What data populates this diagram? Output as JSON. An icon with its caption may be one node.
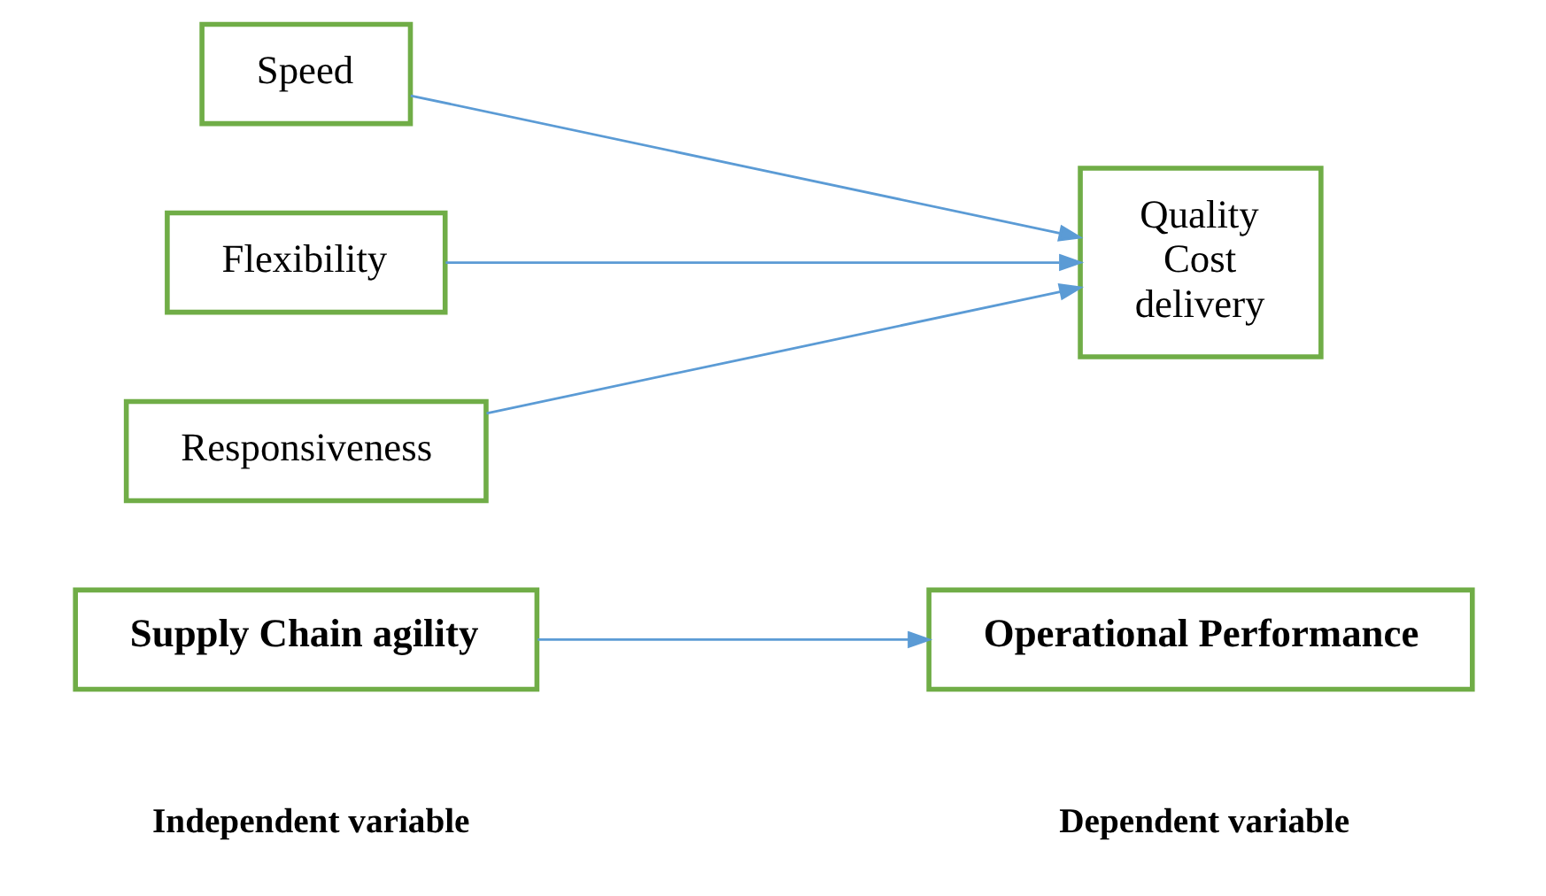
{
  "diagram": {
    "nodes": [
      {
        "text": [
          "Supply Chain agility"
        ]
      },
      {
        "text": [
          "Operational Performance"
        ]
      },
      {
        "text": [
          "Speed"
        ]
      },
      {
        "text": [
          "Flexibility"
        ]
      },
      {
        "text": [
          "Responsiveness"
        ]
      },
      {
        "text": [
          "Quality",
          "Cost",
          "delivery"
        ]
      }
    ],
    "edges": [
      {
        "from": 0,
        "to": 1,
        "arrow": "to"
      },
      {
        "from": 2,
        "to": 5,
        "arrow": "to"
      },
      {
        "from": 3,
        "to": 5,
        "arrow": "to"
      },
      {
        "from": 4,
        "to": 5,
        "arrow": "to"
      }
    ],
    "labels": [
      "Independent variable",
      "Dependent variable"
    ]
  }
}
